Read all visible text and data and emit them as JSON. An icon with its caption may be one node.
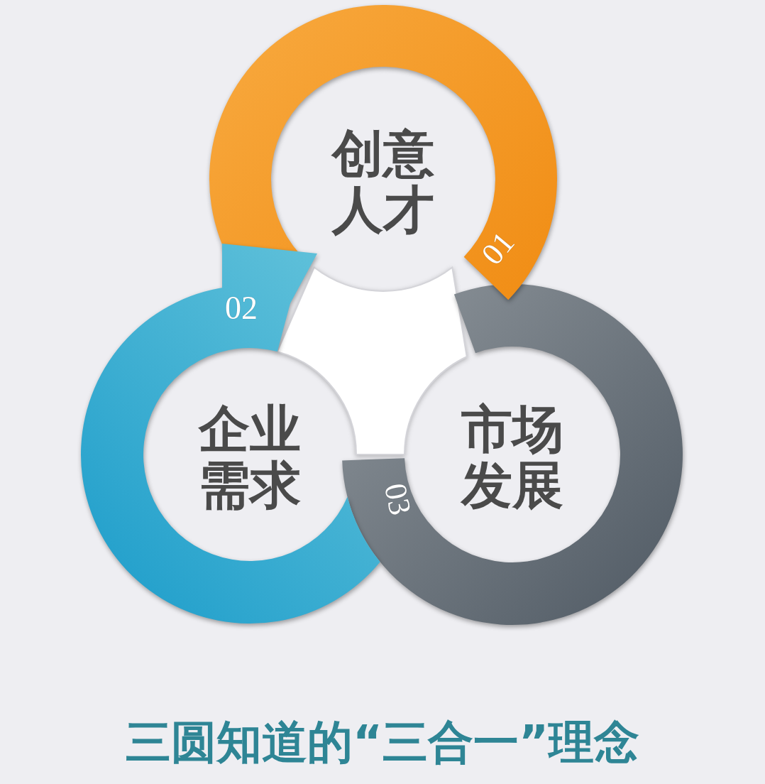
{
  "diagram": {
    "title": "三圆知道的“三合一”理念",
    "nodes": [
      {
        "text": [
          "创意人才",
          "01"
        ]
      },
      {
        "text": [
          "02",
          "企业需求"
        ]
      },
      {
        "text": [
          "市场发展",
          "03"
        ]
      }
    ]
  }
}
